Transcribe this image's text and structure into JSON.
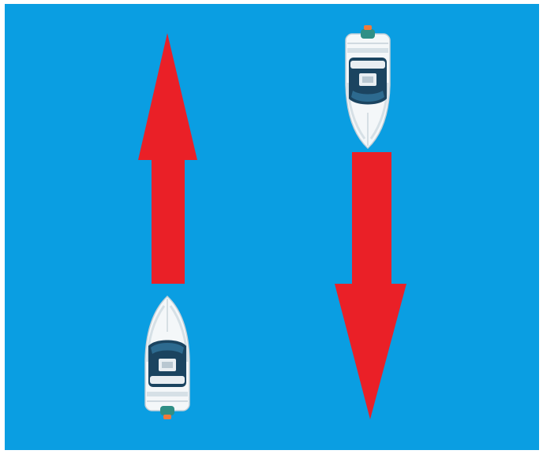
{
  "colors": {
    "water": "#0a9ee2",
    "arrow": "#ea2027",
    "frame": "#ffffff",
    "hull": "#f4f7f9",
    "hull_shade": "#d6e0e6",
    "cockpit": "#1b4460",
    "console": "#e9eef2",
    "engine": "#2f8f86",
    "propeller": "#f07a3a"
  },
  "diagram": {
    "type": "boating-rule-illustration",
    "description_visible_text": "",
    "elements": [
      {
        "kind": "arrow",
        "direction": "up",
        "color_key": "arrow"
      },
      {
        "kind": "boat",
        "heading": "up",
        "icon": "motorboat-icon"
      },
      {
        "kind": "boat",
        "heading": "down",
        "icon": "motorboat-icon"
      },
      {
        "kind": "arrow",
        "direction": "down",
        "color_key": "arrow"
      }
    ]
  }
}
